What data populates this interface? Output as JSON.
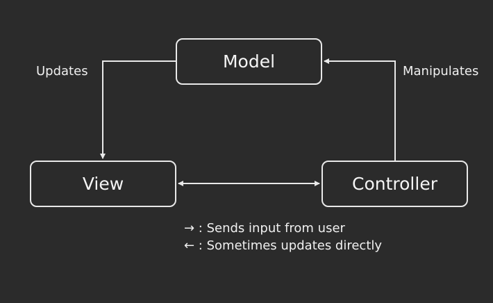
{
  "nodes": {
    "model": "Model",
    "view": "View",
    "controller": "Controller"
  },
  "edges": {
    "model_to_view": "Updates",
    "controller_to_model": "Manipulates"
  },
  "legend": [
    "→ : Sends input from user",
    "← : Sometimes updates directly"
  ],
  "colors": {
    "background": "#2b2b2b",
    "stroke": "#e9e9e9",
    "text": "#f2f2f2"
  }
}
